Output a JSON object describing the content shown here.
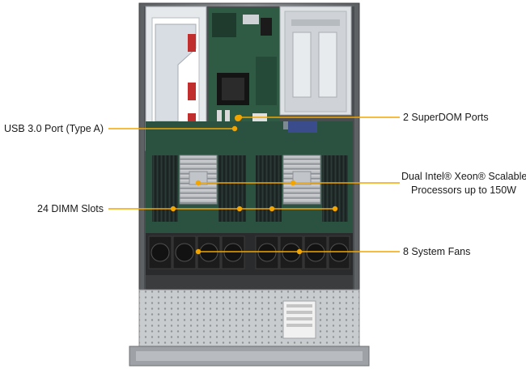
{
  "callouts": {
    "usb": "USB 3.0 Port (Type A)",
    "superdom": "2 SuperDOM Ports",
    "cpu_line1": "Dual Intel® Xeon® Scalable",
    "cpu_line2": "Processors up to 150W",
    "dimm": "24 DIMM Slots",
    "fans": "8 System Fans"
  },
  "colors": {
    "callout_line": "#f2a500",
    "chassis": "#8a8d90",
    "board": "#2f5a44",
    "heatsink": "#b9bcbf",
    "dimm": "#1f2a2a",
    "fan": "#1c1c1c",
    "riser": "#dfe3e8"
  },
  "icons": {
    "label_sticker": "service-label-icon"
  }
}
